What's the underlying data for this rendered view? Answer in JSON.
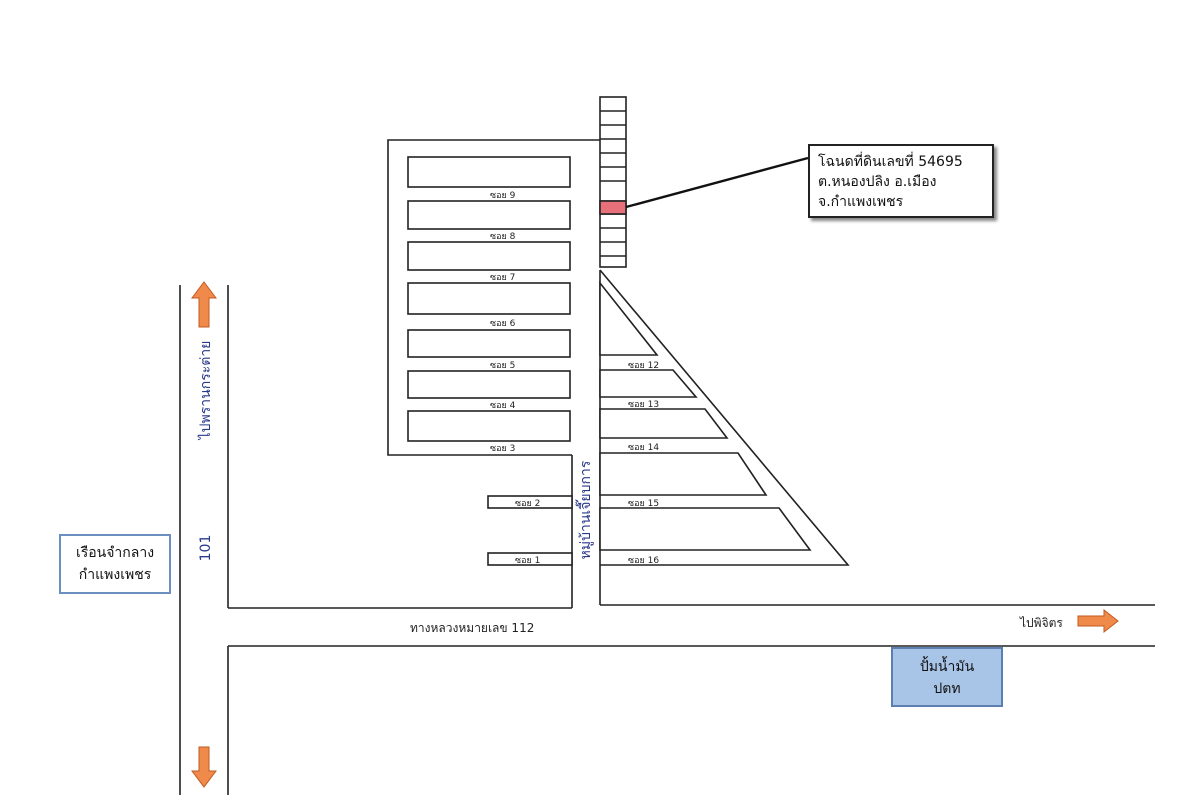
{
  "title_box": {
    "line1": "โฉนดที่ดินเลขที่ 54695",
    "line2": "ต.หนองปลิง อ.เมือง",
    "line3": "จ.กำแพงเพชร"
  },
  "west_box": {
    "line1": "เรือนจำกลาง",
    "line2": "กำแพงเพชร"
  },
  "gas_box": {
    "line1": "ปั้มน้ำมัน",
    "line2": "ปตท",
    "color": "#a8c4e6"
  },
  "roads": {
    "highway_112": "ทางหลวงหมายเลข 112",
    "to_phichit": "ไปพิจิตร",
    "route_101_number": "101",
    "route_101_name": "ไปพรานกระต่าย",
    "village": "หมู่บ้านเจี๊ยบการ"
  },
  "soi": {
    "s1": "ซอย 1",
    "s2": "ซอย 2",
    "s3": "ซอย 3",
    "s4": "ซอย 4",
    "s5": "ซอย 5",
    "s6": "ซอย 6",
    "s7": "ซอย 7",
    "s8": "ซอย 8",
    "s9": "ซอย 9",
    "s12": "ซอย 12",
    "s13": "ซอย 13",
    "s14": "ซอย 14",
    "s15": "ซอย 15",
    "s16": "ซอย 16"
  },
  "colors": {
    "plot_highlight": "#e8707a",
    "arrow": "#f08a4b"
  }
}
